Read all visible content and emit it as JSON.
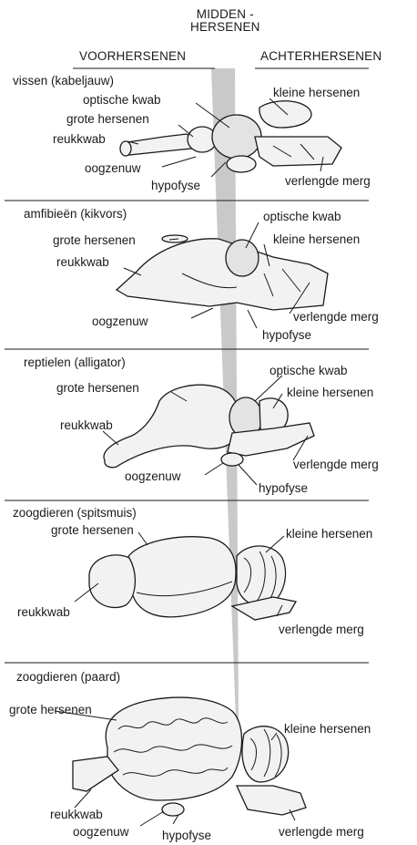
{
  "header": {
    "midbrain_line1": "MIDDEN -",
    "midbrain_line2": "HERSENEN",
    "forebrain": "VOORHERSENEN",
    "hindbrain": "ACHTERHERSENEN"
  },
  "panels": [
    {
      "title": "vissen (kabeljauw)",
      "labels": {
        "optic_lobe": "optische kwab",
        "cerebrum": "grote hersenen",
        "olfactory": "reukkwab",
        "optic_nerve": "oogzenuw",
        "pituitary": "hypofyse",
        "cerebellum": "kleine hersenen",
        "medulla": "verlengde merg"
      }
    },
    {
      "title": "amfibieën (kikvors)",
      "labels": {
        "optic_lobe": "optische kwab",
        "cerebrum": "grote hersenen",
        "olfactory": "reukkwab",
        "cerebellum": "kleine hersenen",
        "optic_nerve": "oogzenuw",
        "medulla": "verlengde merg",
        "pituitary": "hypofyse"
      }
    },
    {
      "title": "reptielen (alligator)",
      "labels": {
        "optic_lobe": "optische kwab",
        "cerebrum": "grote hersenen",
        "cerebellum": "kleine hersenen",
        "olfactory": "reukkwab",
        "optic_nerve": "oogzenuw",
        "medulla": "verlengde merg",
        "pituitary": "hypofyse"
      }
    },
    {
      "title": "zoogdieren (spitsmuis)",
      "labels": {
        "cerebrum": "grote hersenen",
        "cerebellum": "kleine hersenen",
        "olfactory": "reukkwab",
        "medulla": "verlengde merg"
      }
    },
    {
      "title": "zoogdieren (paard)",
      "labels": {
        "cerebrum": "grote hersenen",
        "cerebellum": "kleine hersenen",
        "olfactory": "reukkwab",
        "optic_nerve": "oogzenuw",
        "pituitary": "hypofyse",
        "medulla": "verlengde merg"
      }
    }
  ],
  "colors": {
    "midbrain_band": "#c9c9c9",
    "ink": "#1a1a1a",
    "brain_fill": "#f2f2f2"
  }
}
